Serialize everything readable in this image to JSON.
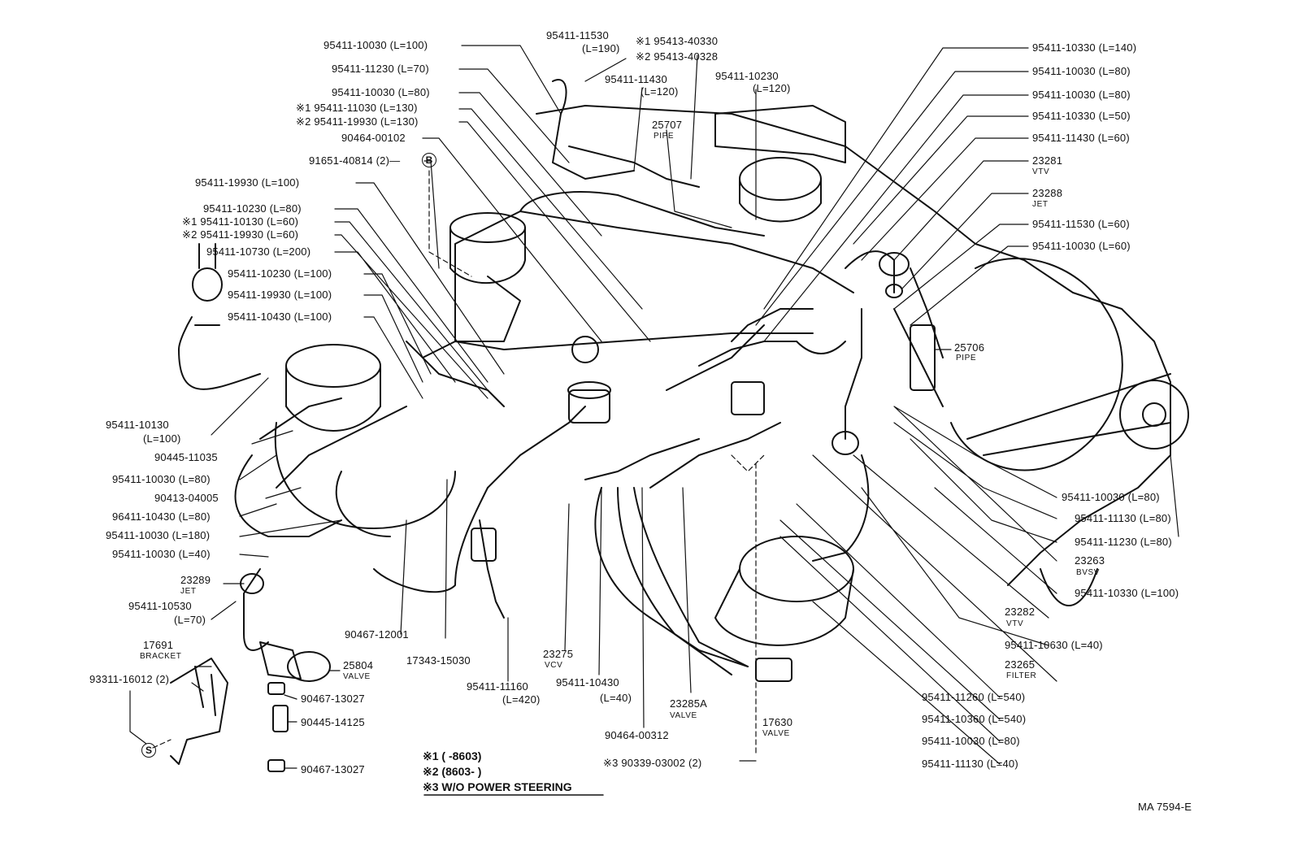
{
  "diagram_code": "MA 7594-E",
  "legend": {
    "n1": "※1 (      -8603)",
    "n2": "※2 (8603-      )",
    "n3": "※3 W/O POWER STEERING"
  },
  "badges": {
    "b": "B",
    "s": "S"
  },
  "labels_left": {
    "l01": "95411-10030 (L=100)",
    "l02": "95411-11230 (L=70)",
    "l03": "95411-10030 (L=80)",
    "l04": "※1  95411-11030 (L=130)",
    "l05": "※2  95411-19930 (L=130)",
    "l06": "90464-00102",
    "l07": "91651-40814 (2)—",
    "l08": "95411-19930 (L=100)",
    "l09": "95411-10230 (L=80)",
    "l10": "※1  95411-10130 (L=60)",
    "l11": "※2  95411-19930 (L=60)",
    "l12": "95411-10730 (L=200)",
    "l13": "95411-10230 (L=100)",
    "l14": "95411-19930 (L=100)",
    "l15": "95411-10430 (L=100)",
    "l16": "95411-10130",
    "l17": "(L=100)",
    "l18": "90445-11035",
    "l19": "95411-10030 (L=80)",
    "l20": "90413-04005",
    "l21": "96411-10430 (L=80)",
    "l22": "95411-10030 (L=180)",
    "l23": "95411-10030 (L=40)",
    "l24": "23289",
    "l24s": "JET",
    "l25": "95411-10530",
    "l26": "(L=70)",
    "l27": "17691",
    "l27s": "BRACKET",
    "l28": "93311-16012 (2)"
  },
  "labels_top": {
    "t01": "95411-11530",
    "t02": "(L=190)",
    "t03": "※1  95413-40330",
    "t04": "※2  95413-40328",
    "t05": "95411-11430",
    "t06": "(L=120)",
    "t07": "95411-10230",
    "t08": "(L=120)",
    "t09": "25707",
    "t09s": "PIPE"
  },
  "labels_right": {
    "r01": "95411-10330 (L=140)",
    "r02": "95411-10030 (L=80)",
    "r03": "95411-10030 (L=80)",
    "r04": "95411-10330 (L=50)",
    "r05": "95411-11430 (L=60)",
    "r06": "23281",
    "r06s": "VTV",
    "r07": "23288",
    "r07s": "JET",
    "r08": "95411-11530 (L=60)",
    "r09": "95411-10030 (L=60)",
    "r10": "25706",
    "r10s": "PIPE",
    "r11": "95411-10030 (L=80)",
    "r12": "95411-11130 (L=80)",
    "r13": "95411-11230 (L=80)",
    "r14": "23263",
    "r14s": "BVSV",
    "r15": "95411-10330 (L=100)",
    "r16": "23282",
    "r16s": "VTV",
    "r17": "95411-10630 (L=40)",
    "r18": "23265",
    "r18s": "FILTER",
    "r19": "95411-11260 (L=540)",
    "r20": "95411-10360 (L=540)",
    "r21": "95411-10030 (L=80)",
    "r22": "95411-11130 (L=40)"
  },
  "labels_bottom": {
    "b01": "25804",
    "b01s": "VALVE",
    "b02": "90467-13027",
    "b03": "90445-14125",
    "b04": "90467-13027",
    "b05": "90467-12001",
    "b06": "17343-15030",
    "b07": "95411-11160",
    "b08": "(L=420)",
    "b09": "23275",
    "b09s": "VCV",
    "b10": "95411-10430",
    "b11": "(L=40)",
    "b12": "23285A",
    "b12s": "VALVE",
    "b13": "90464-00312",
    "b14": "17630",
    "b14s": "VALVE",
    "b15": "※3  90339-03002 (2)"
  }
}
